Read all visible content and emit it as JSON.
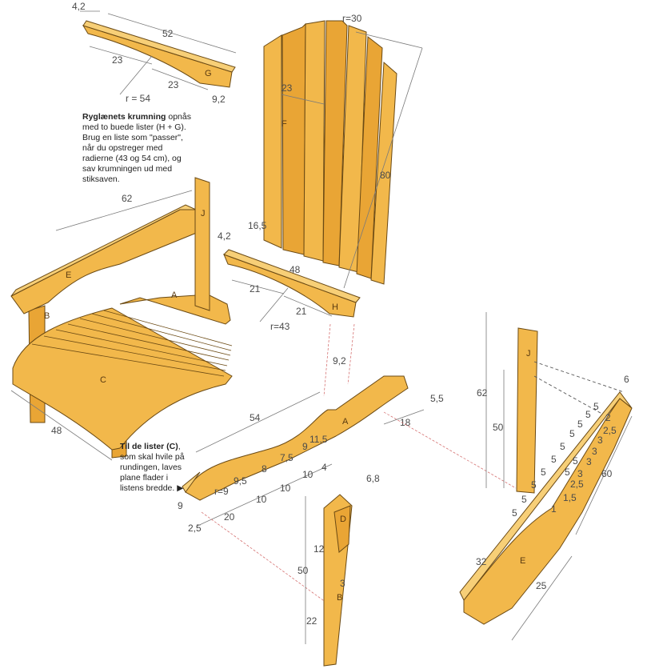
{
  "caption_back": {
    "bold": "Ryglænets krumning",
    "text": " opnås med to buede lister (H + G). Brug en liste som \"passer\", når du opstreger med radierne (43 og 54 cm), og sav krumningen ud med stiksaven."
  },
  "caption_seat": {
    "bold": "Til de lister (C)",
    "text": ", som skal hvile på rundingen, laves plane flader i listens bredde. ▶"
  },
  "parts": {
    "A": "A",
    "B": "B",
    "C": "C",
    "D": "D",
    "E": "E",
    "F": "F",
    "G": "G",
    "H": "H",
    "J": "J"
  },
  "dims": {
    "g_top": "4,2",
    "g_len": "52",
    "g_left": "23",
    "g_right": "23",
    "g_r": "r = 54",
    "g_w": "9,2",
    "f_r": "r=30",
    "f_w": "23",
    "f_h": "80",
    "f_slat": "16,5",
    "h_top": "4,2",
    "h_len": "48",
    "h_left": "21",
    "h_right": "21",
    "h_r": "r=43",
    "h_gap": "9,2",
    "chair_e": "62",
    "chair_c": "48",
    "a_len": "54",
    "a_d1": "9,5",
    "a_d2": "8",
    "a_d3": "7,5",
    "a_d4": "9",
    "a_d5": "11,5",
    "a_r": "r=9",
    "a_h": "9",
    "a_b": "2,5",
    "a_s1": "20",
    "a_s2": "10",
    "a_s3": "10",
    "a_s4": "10",
    "a_s5": "4",
    "a_end": "5,5",
    "a_18": "18",
    "b_top": "6,8",
    "b_50": "50",
    "b_12": "12",
    "b_3": "3",
    "b_22": "22",
    "j_62": "62",
    "j_50": "50",
    "e_6": "6",
    "e_60": "60",
    "e_32": "32",
    "e_25": "25",
    "e_ticks": [
      "5",
      "5",
      "5",
      "5",
      "5",
      "5",
      "5",
      "5",
      "5",
      "5",
      "5",
      "5"
    ],
    "e_offsets": [
      "2",
      "2,5",
      "3",
      "3",
      "3",
      "3",
      "2,5",
      "1,5",
      "1"
    ]
  }
}
